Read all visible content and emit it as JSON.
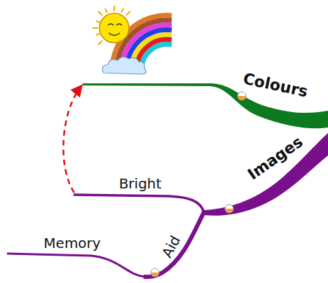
{
  "diagram": {
    "labels": [
      "Colours",
      "Images",
      "Bright",
      "Memory",
      "Aid"
    ]
  }
}
